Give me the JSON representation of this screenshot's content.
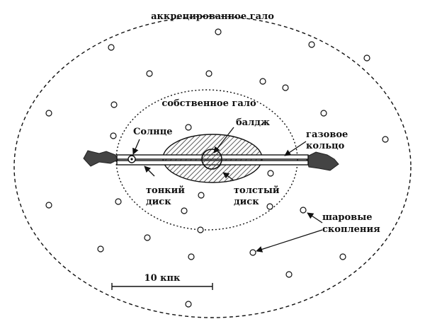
{
  "labels": {
    "accreted_halo": "аккрецированное гало",
    "own_halo": "собственное гало",
    "bulge": "балдж",
    "sun": "Солнце",
    "gas_ring_line1": "газовое",
    "gas_ring_line2": "кольцо",
    "thin_disk_line1": "тонкий",
    "thin_disk_line2": "диск",
    "thick_disk_line1": "толстый",
    "thick_disk_line2": "диск",
    "globular_line1": "шаровые",
    "globular_line2": "скопления",
    "scale": "10 кпк"
  },
  "colors": {
    "stroke": "#111111",
    "hatch": "#333333",
    "gas_cloud": "#444444"
  }
}
